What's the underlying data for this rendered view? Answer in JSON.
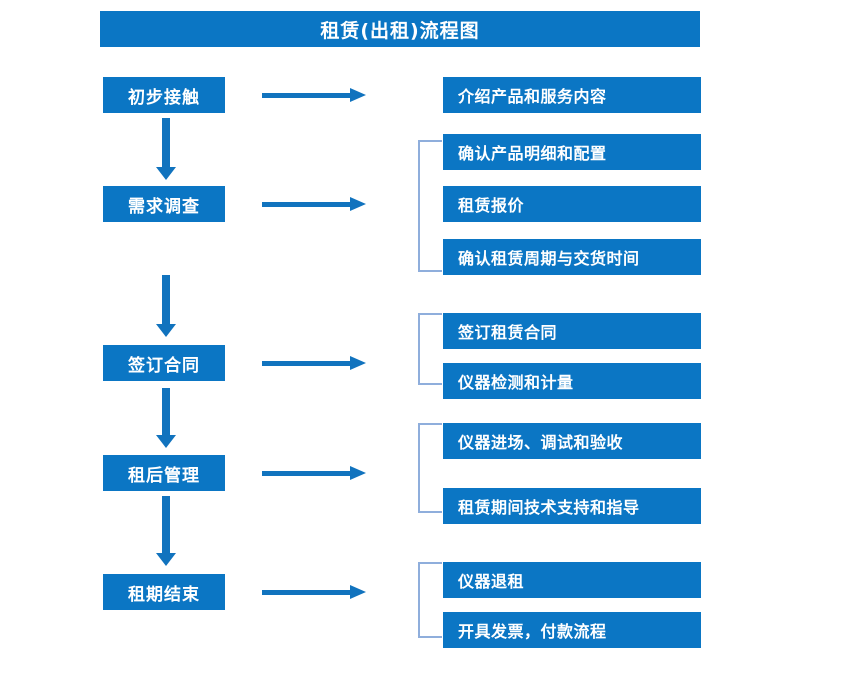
{
  "page": {
    "title": "租赁(出租)流程图",
    "background_color": "#ffffff",
    "box_color": "#0B76C4",
    "arrow_color": "#1173BE",
    "bracket_color": "#8FAEDC",
    "text_color": "#ffffff"
  },
  "flow": {
    "stages": [
      {
        "label": "初步接触"
      },
      {
        "label": "需求调查"
      },
      {
        "label": "签订合同"
      },
      {
        "label": "租后管理"
      },
      {
        "label": "租期结束"
      }
    ],
    "details": [
      {
        "label": "介绍产品和服务内容"
      },
      {
        "label": "确认产品明细和配置"
      },
      {
        "label": "租赁报价"
      },
      {
        "label": "确认租赁周期与交货时间"
      },
      {
        "label": "签订租赁合同"
      },
      {
        "label": "仪器检测和计量"
      },
      {
        "label": "仪器进场、调试和验收"
      },
      {
        "label": "租赁期间技术支持和指导"
      },
      {
        "label": "仪器退租"
      },
      {
        "label": "开具发票，付款流程"
      }
    ],
    "groups": [
      {
        "stage": "需求调查",
        "details": [
          "确认产品明细和配置",
          "租赁报价",
          "确认租赁周期与交货时间"
        ]
      },
      {
        "stage": "签订合同",
        "details": [
          "签订租赁合同",
          "仪器检测和计量"
        ]
      },
      {
        "stage": "租后管理",
        "details": [
          "仪器进场、调试和验收",
          "租赁期间技术支持和指导"
        ]
      },
      {
        "stage": "租期结束",
        "details": [
          "仪器退租",
          "开具发票，付款流程"
        ]
      }
    ]
  }
}
